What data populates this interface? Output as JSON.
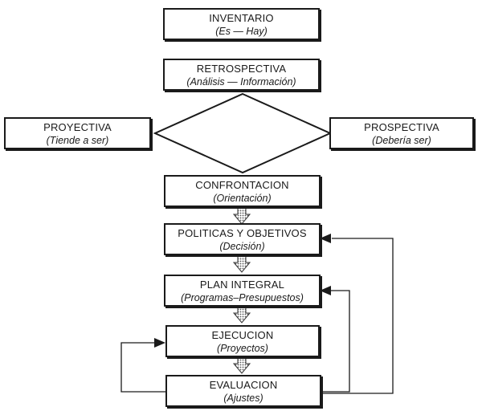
{
  "diagram": {
    "inventario": {
      "title": "INVENTARIO",
      "subtitle": "(Es — Hay)"
    },
    "retrospectiva": {
      "title": "RETROSPECTIVA",
      "subtitle": "(Análisis — Información)"
    },
    "proyectiva": {
      "title": "PROYECTIVA",
      "subtitle": "(Tiende a ser)"
    },
    "prospectiva": {
      "title": "PROSPECTIVA",
      "subtitle": "(Debería ser)"
    },
    "confrontacion": {
      "title": "CONFRONTACION",
      "subtitle": "(Orientación)"
    },
    "politicas": {
      "title": "POLITICAS Y OBJETIVOS",
      "subtitle": "(Decisión)"
    },
    "plan": {
      "title": "PLAN INTEGRAL",
      "subtitle": "(Programas–Presupuestos)"
    },
    "ejecucion": {
      "title": "EJECUCION",
      "subtitle": "(Proyectos)"
    },
    "evaluacion": {
      "title": "EVALUACION",
      "subtitle": "(Ajustes)"
    }
  }
}
